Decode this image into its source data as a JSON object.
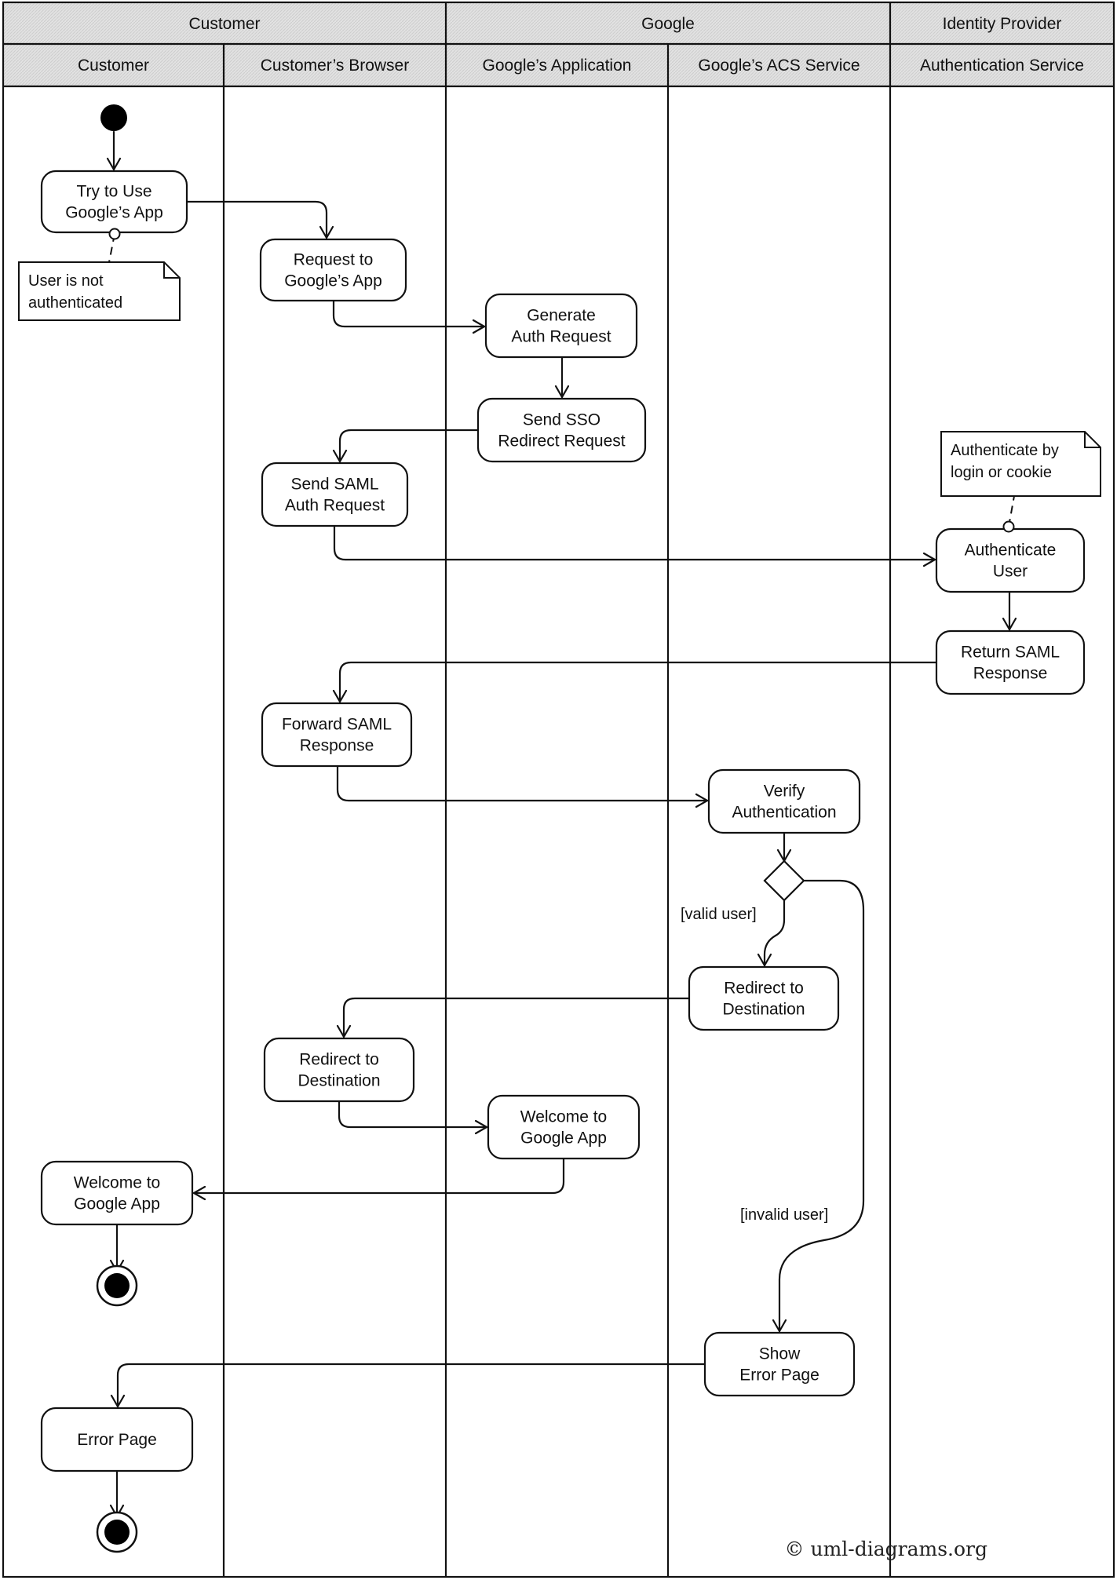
{
  "diagram": {
    "type": "uml-activity-diagram",
    "partition_groups": [
      {
        "id": "g-customer",
        "label": "Customer"
      },
      {
        "id": "g-google",
        "label": "Google"
      },
      {
        "id": "g-idp",
        "label": "Identity Provider"
      }
    ],
    "lanes": [
      {
        "id": "customer",
        "label": "Customer",
        "group": "g-customer"
      },
      {
        "id": "browser",
        "label": "Customer’s Browser",
        "group": "g-customer"
      },
      {
        "id": "app",
        "label": "Google’s Application",
        "group": "g-google"
      },
      {
        "id": "acs",
        "label": "Google’s ACS Service",
        "group": "g-google"
      },
      {
        "id": "auth",
        "label": "Authentication Service",
        "group": "g-idp"
      }
    ],
    "nodes": [
      {
        "id": "start",
        "kind": "initial",
        "lane": "customer"
      },
      {
        "id": "try-use",
        "kind": "action",
        "lane": "customer",
        "label": [
          "Try to Use",
          "Google’s App"
        ]
      },
      {
        "id": "request-app",
        "kind": "action",
        "lane": "browser",
        "label": [
          "Request to",
          "Google’s App"
        ]
      },
      {
        "id": "generate-auth",
        "kind": "action",
        "lane": "app",
        "label": [
          "Generate",
          "Auth Request"
        ]
      },
      {
        "id": "send-sso",
        "kind": "action",
        "lane": "app",
        "label": [
          "Send SSO",
          "Redirect Request"
        ]
      },
      {
        "id": "send-saml",
        "kind": "action",
        "lane": "browser",
        "label": [
          "Send SAML",
          "Auth Request"
        ]
      },
      {
        "id": "authenticate-user",
        "kind": "action",
        "lane": "auth",
        "label": [
          "Authenticate",
          "User"
        ]
      },
      {
        "id": "return-saml",
        "kind": "action",
        "lane": "auth",
        "label": [
          "Return SAML",
          "Response"
        ]
      },
      {
        "id": "forward-saml",
        "kind": "action",
        "lane": "browser",
        "label": [
          "Forward SAML",
          "Response"
        ]
      },
      {
        "id": "verify-auth",
        "kind": "action",
        "lane": "acs",
        "label": [
          "Verify",
          "Authentication"
        ]
      },
      {
        "id": "decision",
        "kind": "decision",
        "lane": "acs"
      },
      {
        "id": "redirect-dest-acs",
        "kind": "action",
        "lane": "acs",
        "label": [
          "Redirect to",
          "Destination"
        ]
      },
      {
        "id": "redirect-dest-browser",
        "kind": "action",
        "lane": "browser",
        "label": [
          "Redirect to",
          "Destination"
        ]
      },
      {
        "id": "welcome-app",
        "kind": "action",
        "lane": "app",
        "label": [
          "Welcome to",
          "Google App"
        ]
      },
      {
        "id": "welcome-customer",
        "kind": "action",
        "lane": "customer",
        "label": [
          "Welcome to",
          "Google App"
        ]
      },
      {
        "id": "end-1",
        "kind": "final",
        "lane": "customer"
      },
      {
        "id": "show-error",
        "kind": "action",
        "lane": "acs",
        "label": [
          "Show",
          "Error Page"
        ]
      },
      {
        "id": "error-page",
        "kind": "action",
        "lane": "customer",
        "label": [
          "Error Page"
        ]
      },
      {
        "id": "end-2",
        "kind": "final",
        "lane": "customer"
      }
    ],
    "edges": [
      {
        "from": "start",
        "to": "try-use"
      },
      {
        "from": "try-use",
        "to": "request-app"
      },
      {
        "from": "request-app",
        "to": "generate-auth"
      },
      {
        "from": "generate-auth",
        "to": "send-sso"
      },
      {
        "from": "send-sso",
        "to": "send-saml"
      },
      {
        "from": "send-saml",
        "to": "authenticate-user"
      },
      {
        "from": "authenticate-user",
        "to": "return-saml"
      },
      {
        "from": "return-saml",
        "to": "forward-saml"
      },
      {
        "from": "forward-saml",
        "to": "verify-auth"
      },
      {
        "from": "verify-auth",
        "to": "decision"
      },
      {
        "from": "decision",
        "to": "redirect-dest-acs",
        "guard": "[valid user]"
      },
      {
        "from": "decision",
        "to": "show-error",
        "guard": "[invalid user]"
      },
      {
        "from": "redirect-dest-acs",
        "to": "redirect-dest-browser"
      },
      {
        "from": "redirect-dest-browser",
        "to": "welcome-app"
      },
      {
        "from": "welcome-app",
        "to": "welcome-customer"
      },
      {
        "from": "welcome-customer",
        "to": "end-1"
      },
      {
        "from": "show-error",
        "to": "error-page"
      },
      {
        "from": "error-page",
        "to": "end-2"
      }
    ],
    "notes": [
      {
        "id": "note-not-auth",
        "attached_to": "try-use",
        "label": [
          "User is not",
          "authenticated"
        ]
      },
      {
        "id": "note-login",
        "attached_to": "authenticate-user",
        "label": [
          "Authenticate by",
          "login or cookie"
        ]
      }
    ],
    "credit": "© uml-diagrams.org"
  }
}
